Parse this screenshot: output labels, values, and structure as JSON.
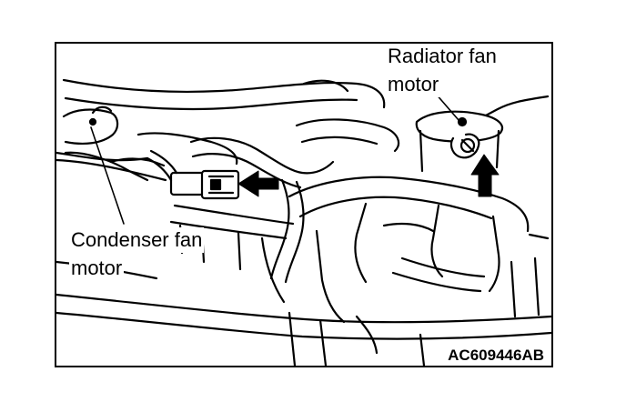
{
  "labels": {
    "radiator_fan_motor_line1": "Radiator fan",
    "radiator_fan_motor_line2": "motor",
    "condenser_fan_motor_line1": "Condenser fan",
    "condenser_fan_motor_line2": "motor"
  },
  "figure_code": "AC609446AB"
}
